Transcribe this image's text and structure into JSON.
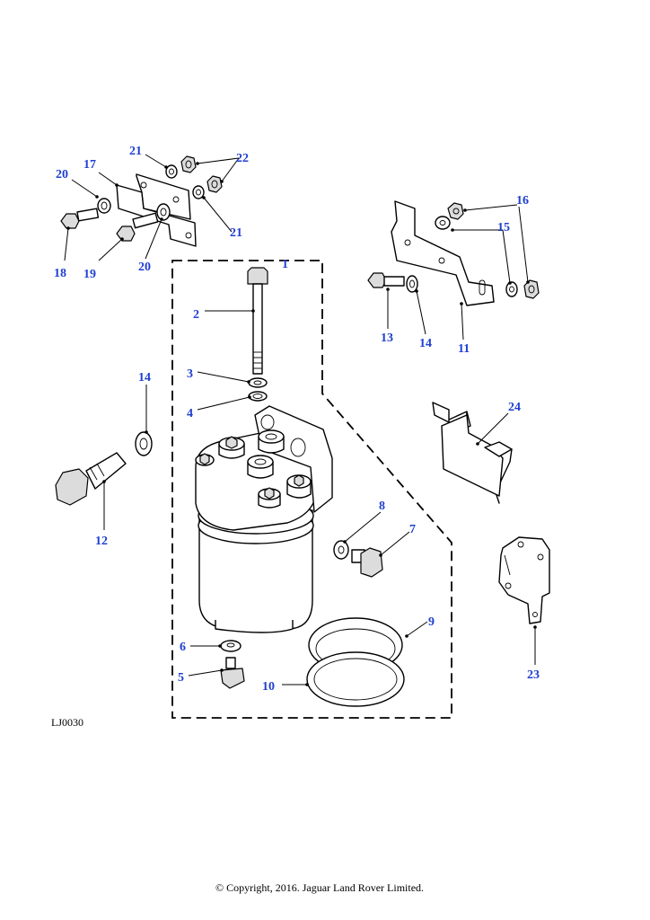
{
  "diagram": {
    "drawing_code": "LJ0030",
    "copyright": "© Copyright, 2016. Jaguar Land Rover Limited.",
    "callouts": {
      "c1": "1",
      "c2": "2",
      "c3": "3",
      "c4": "4",
      "c5": "5",
      "c6": "6",
      "c7": "7",
      "c8": "8",
      "c9": "9",
      "c10": "10",
      "c11": "11",
      "c12": "12",
      "c13": "13",
      "c14a": "14",
      "c14b": "14",
      "c15": "15",
      "c16": "16",
      "c17": "17",
      "c18": "18",
      "c19": "19",
      "c20a": "20",
      "c20b": "20",
      "c21a": "21",
      "c21b": "21",
      "c22": "22",
      "c23": "23",
      "c24": "24"
    }
  }
}
